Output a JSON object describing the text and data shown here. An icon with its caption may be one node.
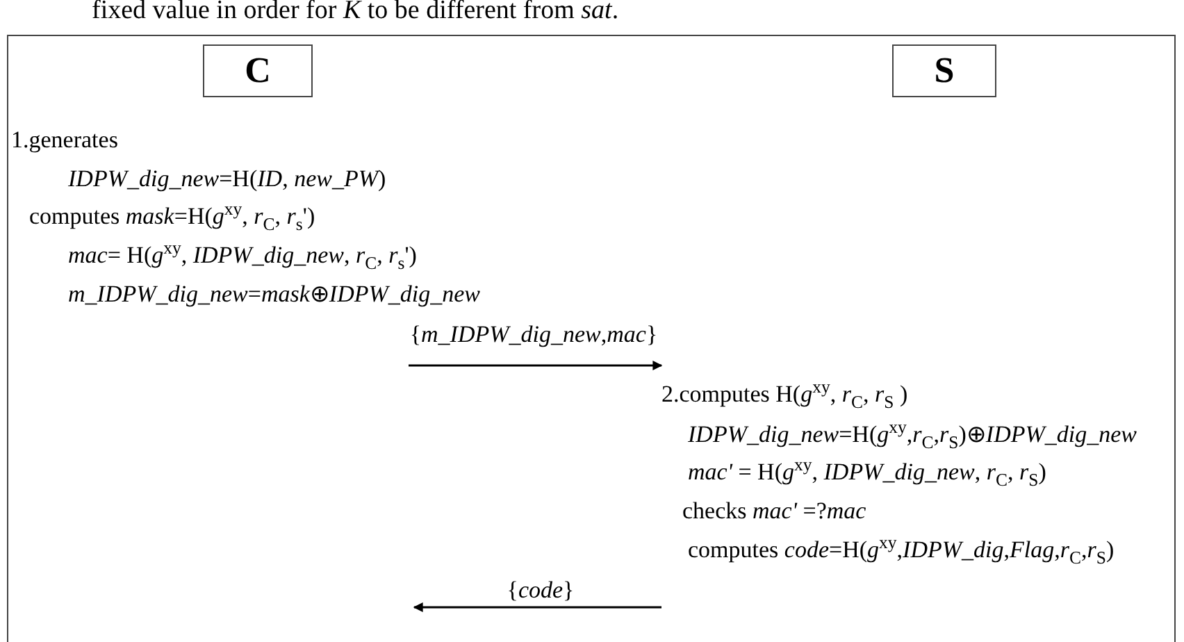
{
  "diagram": {
    "nodes": [
      {
        "text": [],
        "shape": "box"
      },
      {
        "text": [
          "C"
        ],
        "in": 0
      },
      {
        "text": [
          "S"
        ],
        "in": 0
      },
      {
        "text": [
          "1.generates",
          "*IDPW_dig_new*=H(*ID*, *new_PW*)",
          "computes *mask*=H(*g*$^{xy}$, *r*$_{C}$, *r*$_{s}$')",
          "*mac*= H(*g*$^{xy}$, *IDPW_dig_new*, *r*$_{C}$, *r*$_{s}$')",
          "*m_IDPW_dig_new*=*mask*⊕*IDPW_dig_new*"
        ],
        "in": 0
      },
      {
        "text": [
          "2.computes H(*g*$^{xy}$, *r*$_{C}$, *r*$_{S}$ )",
          "*IDPW_dig_new*=H(*g*$^{xy}$,*r*$_{C}$,*r*$_{S}$)⊕*IDPW_dig_new*",
          "*mac'* = H(*g*$^{xy}$, *IDPW_dig_new*, *r*$_{C}$, *r*$_{S}$)",
          "checks *mac'* =?*mac*",
          "computes *code*=H(*g*$^{xy}$,*IDPW_dig*,*Flag*,*r*$_{C}$,*r*$_{S}$)"
        ],
        "in": 0
      }
    ],
    "edges": [
      {
        "from": null,
        "to": 4,
        "arrow": "to",
        "label": "{*m_IDPW_dig_new*,*mac*}"
      },
      {
        "from": 4,
        "to": null,
        "arrow": "to",
        "label": "{*code*}"
      }
    ],
    "labels": [
      "fixed value in order for *K* to be different from *sat*."
    ]
  }
}
